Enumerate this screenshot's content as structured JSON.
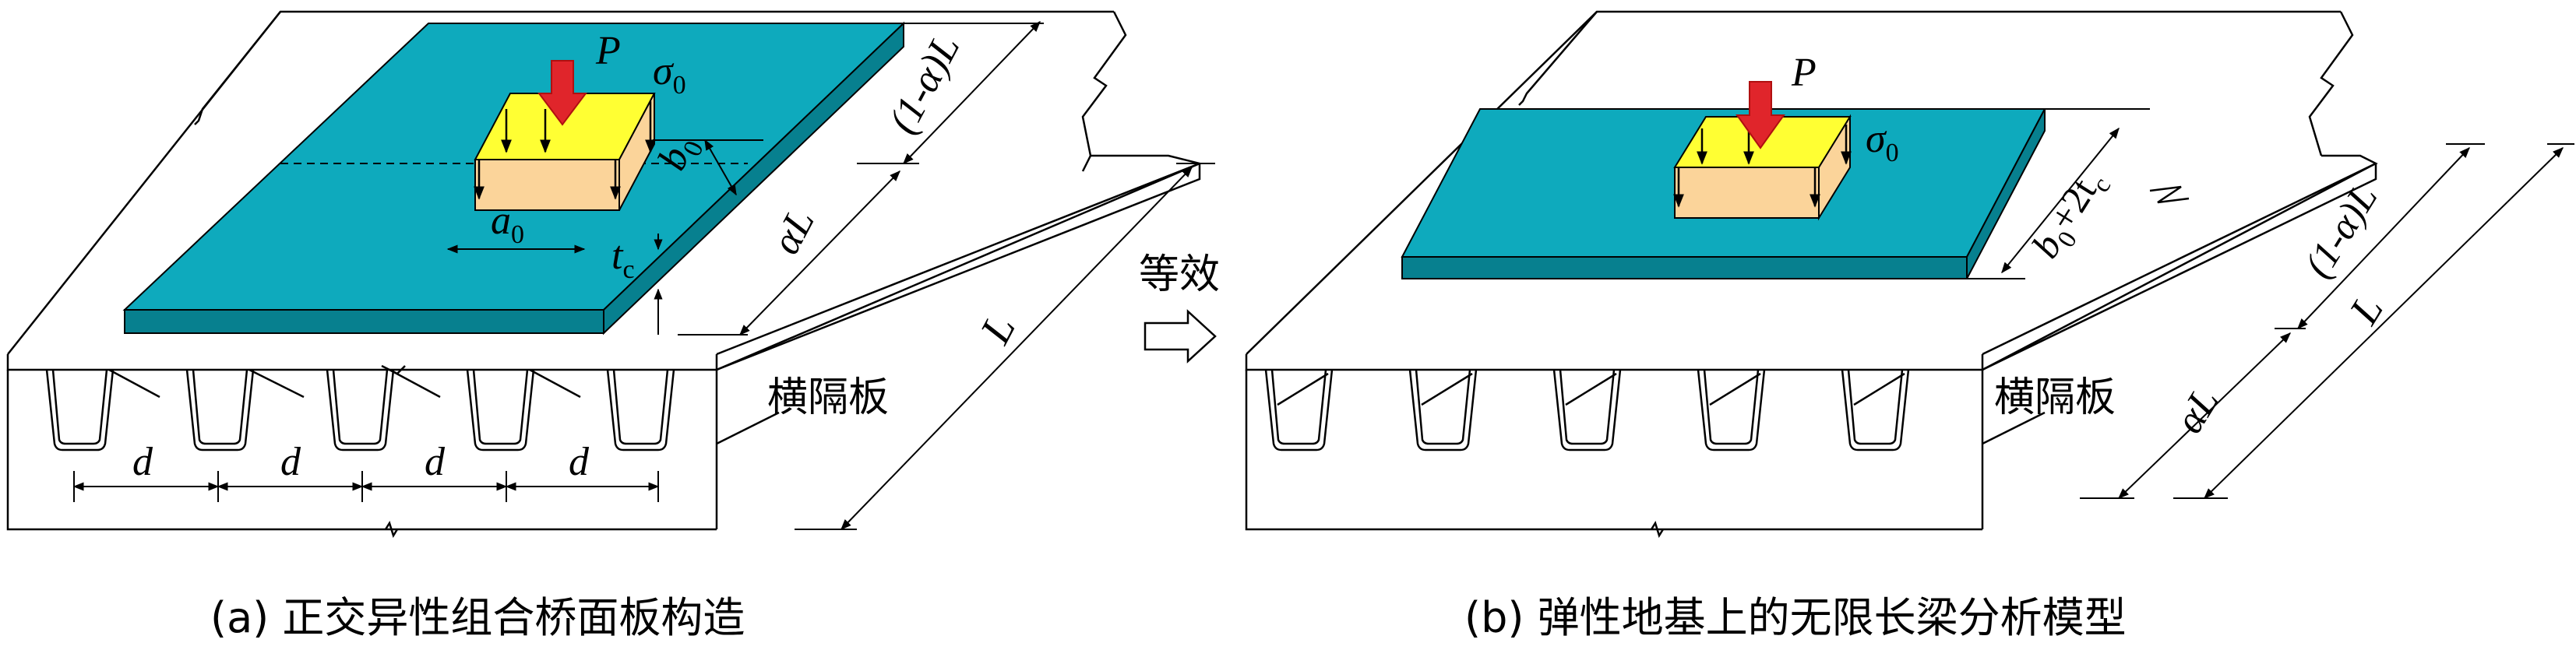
{
  "colors": {
    "plate_top": "#0eaabd",
    "plate_side": "#07808f",
    "pad_top": "#ffff33",
    "pad_side": "#fbd49a",
    "arrow": "#e0252b",
    "line": "#000000"
  },
  "panel_a": {
    "caption": "(a) 正交异性组合桥面板构造",
    "load_P": "P",
    "stress_sigma": "σ",
    "stress_sub": "0",
    "dim_b": "b",
    "dim_b_sub": "0",
    "dim_a": "a",
    "dim_a_sub": "0",
    "dim_t": "t",
    "dim_t_sub": "c",
    "dim_one_minus_alpha_L": "(1-α)L",
    "dim_alpha_L": "αL",
    "dim_L": "L",
    "diaphragm_label": "横隔板",
    "rib_spacing": [
      "d",
      "d",
      "d",
      "d"
    ]
  },
  "equivalence_label": "等效",
  "panel_b": {
    "caption": "(b) 弹性地基上的无限长梁分析模型",
    "load_P": "P",
    "stress_sigma": "σ",
    "stress_sub": "0",
    "width_b": "b",
    "width_b_sub": "0",
    "width_plus": "+2t",
    "width_t_sub": "c",
    "dim_one_minus_alpha_L": "(1-α)L",
    "dim_alpha_L": "αL",
    "dim_L": "L",
    "diaphragm_label": "横隔板"
  }
}
